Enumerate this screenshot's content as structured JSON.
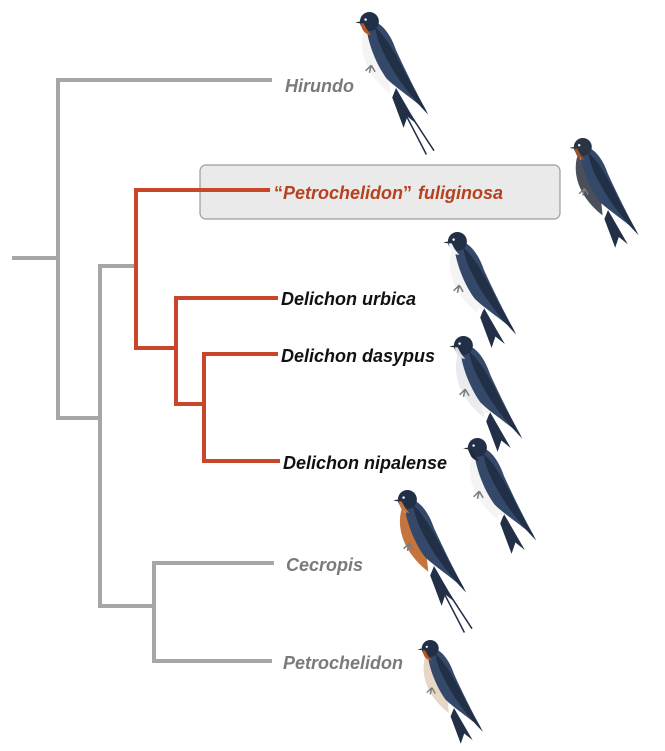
{
  "colors": {
    "outgroup_branch": "#a6a6a6",
    "clade_branch": "#c8472a",
    "outgroup_label": "#7a7a7a",
    "clade_label": "#111111",
    "highlight_label": "#b5411f",
    "highlight_fill": "#e6e6e6",
    "highlight_stroke": "#9a9a9a",
    "bird_dark": "#223047",
    "bird_mid": "#34496a",
    "bird_white": "#f4f4f4",
    "bird_rufous": "#c4743c",
    "bird_throat": "#b9561e",
    "bird_foot": "#7c7c7c"
  },
  "taxa": {
    "hirundo": {
      "label": "Hirundo",
      "icon": "barn-swallow-icon"
    },
    "fuliginosa": {
      "open_quote": "“",
      "genus": "Petrochelidon",
      "close_quote": "”",
      "species": "fuliginosa",
      "icon": "dusky-cliff-swallow-icon"
    },
    "urbica": {
      "label": "Delichon urbica",
      "icon": "house-martin-icon"
    },
    "dasypus": {
      "label": "Delichon dasypus",
      "icon": "asian-house-martin-icon"
    },
    "nipalense": {
      "label": "Delichon nipalense",
      "icon": "nepal-house-martin-icon"
    },
    "cecropis": {
      "label": "Cecropis",
      "icon": "red-rumped-swallow-icon"
    },
    "petrochelidon": {
      "label": "Petrochelidon",
      "icon": "cliff-swallow-icon"
    }
  }
}
